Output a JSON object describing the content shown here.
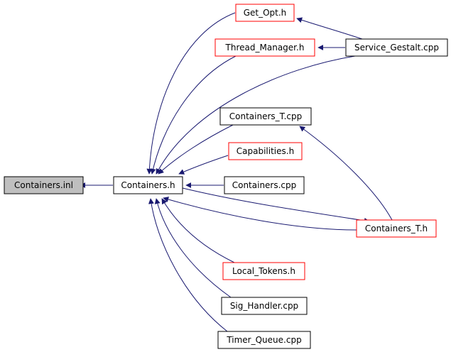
{
  "colors": {
    "edge": "#191970",
    "border_normal": "#000000",
    "border_red": "#ff0000",
    "fill_focus": "#bfbfbf",
    "fill_normal": "#ffffff"
  },
  "nodes": [
    {
      "id": "containers_inl",
      "label": "Containers.inl",
      "style": "focus"
    },
    {
      "id": "containers_h",
      "label": "Containers.h",
      "style": "normal"
    },
    {
      "id": "get_opt_h",
      "label": "Get_Opt.h",
      "style": "red"
    },
    {
      "id": "thread_manager_h",
      "label": "Thread_Manager.h",
      "style": "red"
    },
    {
      "id": "service_gestalt_cpp",
      "label": "Service_Gestalt.cpp",
      "style": "normal"
    },
    {
      "id": "containers_t_cpp",
      "label": "Containers_T.cpp",
      "style": "normal"
    },
    {
      "id": "capabilities_h",
      "label": "Capabilities.h",
      "style": "red"
    },
    {
      "id": "containers_cpp",
      "label": "Containers.cpp",
      "style": "normal"
    },
    {
      "id": "containers_t_h",
      "label": "Containers_T.h",
      "style": "red"
    },
    {
      "id": "local_tokens_h",
      "label": "Local_Tokens.h",
      "style": "red"
    },
    {
      "id": "sig_handler_cpp",
      "label": "Sig_Handler.cpp",
      "style": "normal"
    },
    {
      "id": "timer_queue_cpp",
      "label": "Timer_Queue.cpp",
      "style": "normal"
    }
  ],
  "edges": [
    {
      "from": "containers_h",
      "to": "containers_inl"
    },
    {
      "from": "get_opt_h",
      "to": "containers_h"
    },
    {
      "from": "thread_manager_h",
      "to": "containers_h"
    },
    {
      "from": "service_gestalt_cpp",
      "to": "containers_h"
    },
    {
      "from": "containers_t_cpp",
      "to": "containers_h"
    },
    {
      "from": "capabilities_h",
      "to": "containers_h"
    },
    {
      "from": "containers_cpp",
      "to": "containers_h"
    },
    {
      "from": "containers_t_h",
      "to": "containers_h"
    },
    {
      "from": "local_tokens_h",
      "to": "containers_h"
    },
    {
      "from": "sig_handler_cpp",
      "to": "containers_h"
    },
    {
      "from": "timer_queue_cpp",
      "to": "containers_h"
    },
    {
      "from": "service_gestalt_cpp",
      "to": "get_opt_h"
    },
    {
      "from": "service_gestalt_cpp",
      "to": "thread_manager_h"
    },
    {
      "from": "containers_t_h",
      "to": "containers_t_cpp"
    },
    {
      "from": "containers_h",
      "to": "containers_t_h"
    }
  ]
}
